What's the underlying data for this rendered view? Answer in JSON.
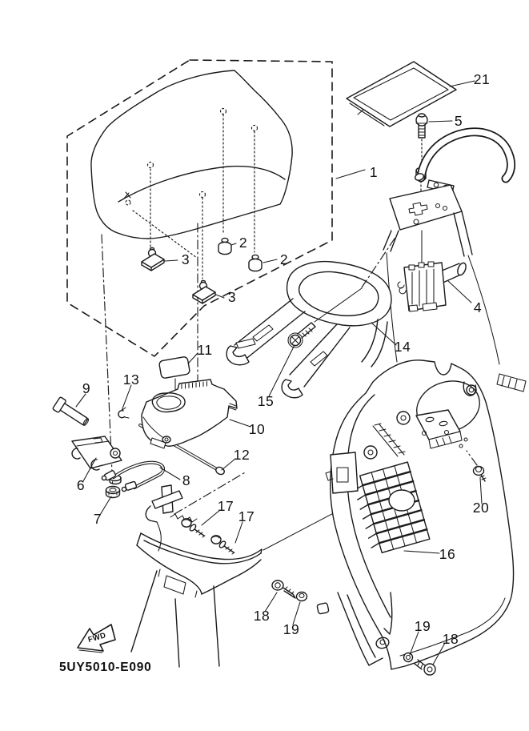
{
  "diagram": {
    "code": "5UY5010-E090",
    "fwd": "FWD"
  },
  "colors": {
    "line": "#1a1a1a",
    "background": "#ffffff"
  },
  "callouts": {
    "c1": {
      "label": "1"
    },
    "c2a": {
      "label": "2"
    },
    "c2b": {
      "label": "2"
    },
    "c3a": {
      "label": "3"
    },
    "c3b": {
      "label": "3"
    },
    "c4": {
      "label": "4"
    },
    "c5": {
      "label": "5"
    },
    "c6": {
      "label": "6"
    },
    "c7": {
      "label": "7"
    },
    "c8": {
      "label": "8"
    },
    "c9": {
      "label": "9"
    },
    "c10": {
      "label": "10"
    },
    "c11": {
      "label": "11"
    },
    "c12": {
      "label": "12"
    },
    "c13": {
      "label": "13"
    },
    "c14": {
      "label": "14"
    },
    "c15": {
      "label": "15"
    },
    "c16": {
      "label": "16"
    },
    "c17a": {
      "label": "17"
    },
    "c17b": {
      "label": "17"
    },
    "c18a": {
      "label": "18"
    },
    "c18b": {
      "label": "18"
    },
    "c19a": {
      "label": "19"
    },
    "c19b": {
      "label": "19"
    },
    "c20": {
      "label": "20"
    },
    "c21": {
      "label": "21"
    }
  }
}
